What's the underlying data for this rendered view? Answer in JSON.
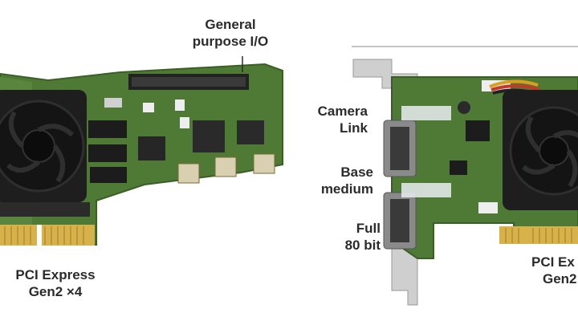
{
  "labels": {
    "gpio": {
      "line1": "General",
      "line2": "purpose I/O"
    },
    "pcie_left": {
      "line1": "PCI Express",
      "line2": "Gen2 ×4"
    },
    "camera_link": {
      "line1": "Camera",
      "line2": "Link"
    },
    "base_medium": {
      "line1": "Base",
      "line2": "medium"
    },
    "full_80bit": {
      "line1": "Full",
      "line2": "80 bit"
    },
    "pcie_right": {
      "line1": "PCI Ex",
      "line2": "Gen2"
    }
  },
  "colors": {
    "pcb": "#4f7a35",
    "pcb_dark": "#3b5e27",
    "gold": "#d7b24a",
    "fan": "#1e1e1e",
    "bracket": "#c9c9c9",
    "text": "#2b2b2b"
  }
}
